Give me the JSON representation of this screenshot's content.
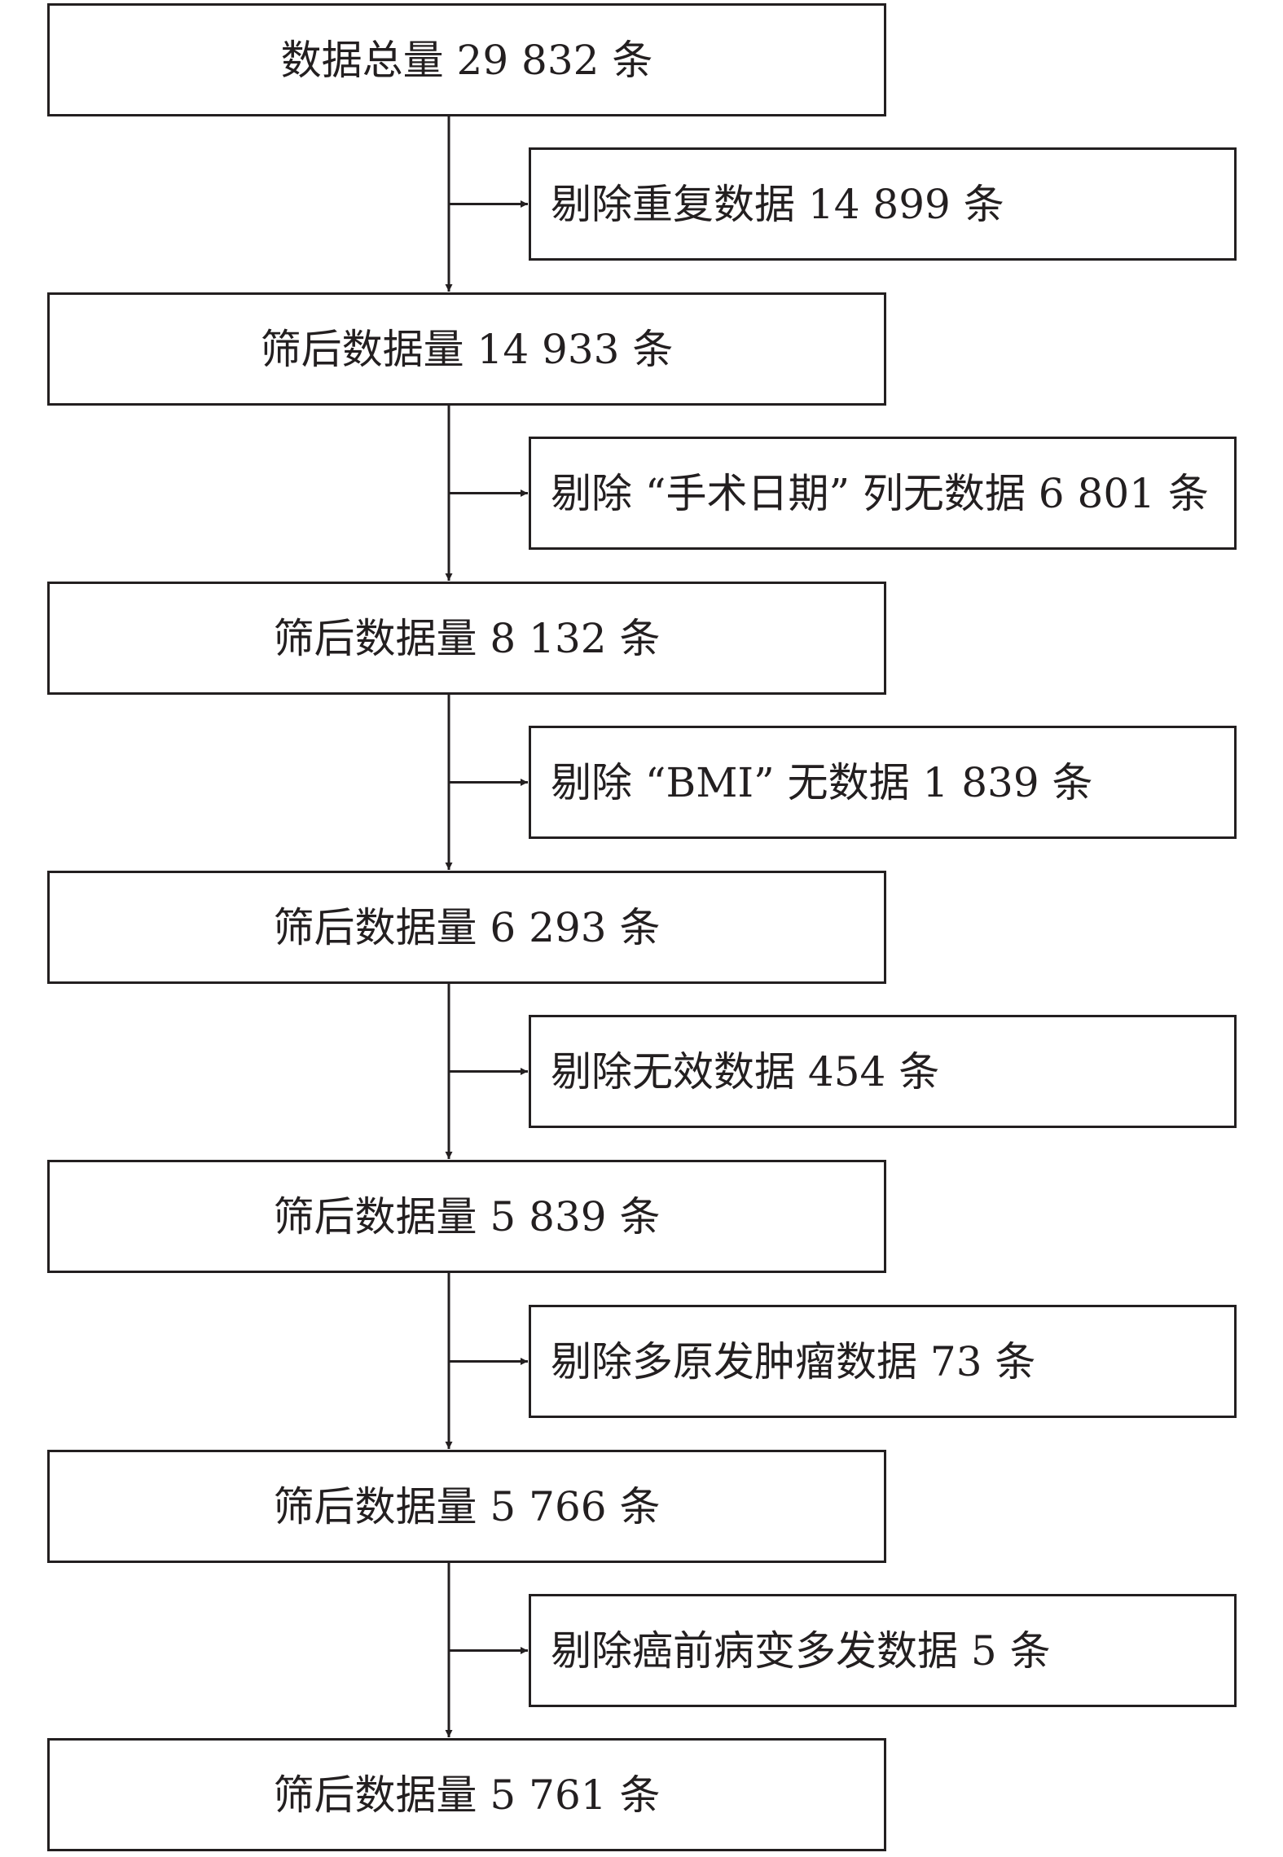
{
  "flow": {
    "steps": [
      {
        "label": "数据总量 29 832 条"
      },
      {
        "label": "筛后数据量 14 933 条"
      },
      {
        "label": "筛后数据量 8 132 条"
      },
      {
        "label": "筛后数据量 6 293 条"
      },
      {
        "label": "筛后数据量 5 839 条"
      },
      {
        "label": "筛后数据量 5 766 条"
      },
      {
        "label": "筛后数据量 5 761 条"
      }
    ],
    "exclusions": [
      {
        "label": "剔除重复数据 14 899 条"
      },
      {
        "label": "剔除 “手术日期” 列无数据 6 801 条"
      },
      {
        "label": "剔除 “BMI” 无数据 1 839 条"
      },
      {
        "label": "剔除无效数据 454 条"
      },
      {
        "label": "剔除多原发肿瘤数据 73 条"
      },
      {
        "label": "剔除癌前病变多发数据 5 条"
      }
    ]
  }
}
